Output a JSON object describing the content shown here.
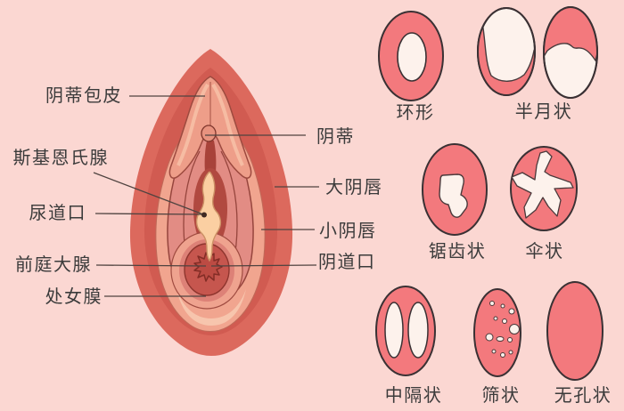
{
  "colors": {
    "background": "#FBD7D2",
    "hymen_shape_fill": "#F3797D",
    "hymen_shape_outline": "#3A3134",
    "hymen_shape_opening": "#FDF2EC",
    "label_text": "#3B3B3B",
    "annotation_line": "#4F4340",
    "vulva_outer": "#DC695D",
    "vulva_mid": "#D15B51",
    "vulva_salmon": "#F1A58F",
    "vulva_labia_pink": "#E28C84",
    "vulva_cream": "#FBCFA2",
    "vulva_opening_dark": "#C6564E"
  },
  "anatomy": {
    "left_labels": [
      {
        "id": "clitoral-hood",
        "label": "阴蒂包皮"
      },
      {
        "id": "skene-glands",
        "label": "斯基恩氏腺"
      },
      {
        "id": "urethral-opening",
        "label": "尿道口"
      },
      {
        "id": "bartholin-glands",
        "label": "前庭大腺"
      },
      {
        "id": "hymen",
        "label": "处女膜"
      }
    ],
    "right_labels": [
      {
        "id": "clitoris",
        "label": "阴蒂"
      },
      {
        "id": "labia-majora",
        "label": "大阴唇"
      },
      {
        "id": "labia-minora",
        "label": "小阴唇"
      },
      {
        "id": "vaginal-opening",
        "label": "阴道口"
      }
    ]
  },
  "hymen_types": [
    {
      "id": "annular",
      "label": "环形"
    },
    {
      "id": "crescent",
      "label": "半月状"
    },
    {
      "id": "serrated",
      "label": "锯齿状"
    },
    {
      "id": "umbrella",
      "label": "伞状"
    },
    {
      "id": "septate",
      "label": "中隔状"
    },
    {
      "id": "cribriform",
      "label": "筛状"
    },
    {
      "id": "imperforate",
      "label": "无孔状"
    }
  ]
}
